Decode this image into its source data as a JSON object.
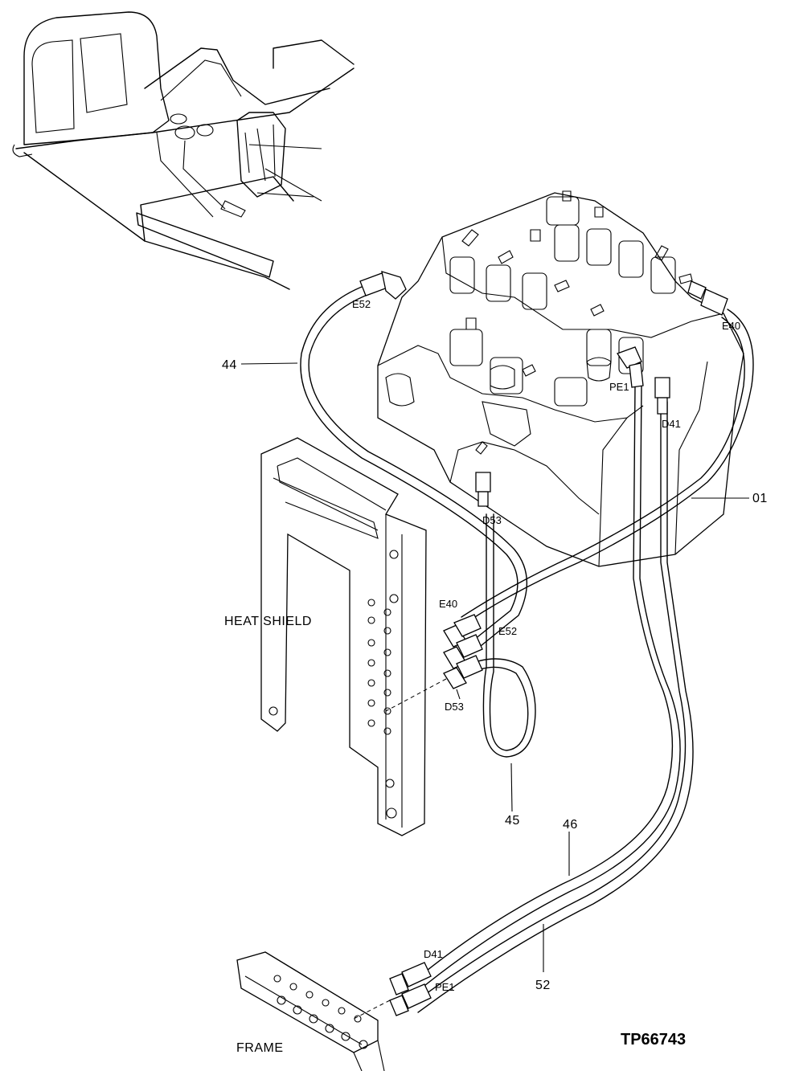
{
  "labels": {
    "hose_top_left": "E52",
    "port_right_top": "E40",
    "port_pe1_upper": "PE1",
    "port_d41_upper": "D41",
    "port_d53_upper": "D53",
    "callout_44": "44",
    "callout_01": "01",
    "heat_shield": "HEAT  SHIELD",
    "fit_e40": "E40",
    "fit_e52": "E52",
    "fit_d53": "D53",
    "callout_45": "45",
    "callout_46": "46",
    "fit_d41_lower": "D41",
    "fit_pe1_lower": "PE1",
    "callout_52": "52",
    "frame": "FRAME",
    "drawing_code": "TP66743"
  }
}
